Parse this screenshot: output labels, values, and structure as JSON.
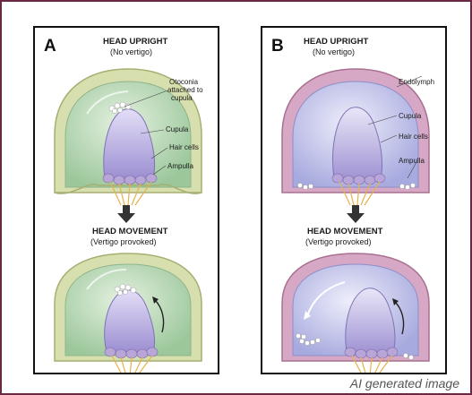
{
  "panel_a": {
    "letter": "A",
    "top_title": "HEAD UPRIGHT",
    "top_subtitle": "(No vertigo)",
    "labels": {
      "otoconia_line1": "Otoconia",
      "otoconia_line2": "attached to",
      "otoconia_line3": "cupula",
      "cupula": "Cupula",
      "hair_cells": "Hair cells",
      "ampulla": "Ampulla"
    },
    "bottom_title": "HEAD MOVEMENT",
    "bottom_subtitle": "(Vertigo provoked)"
  },
  "panel_b": {
    "letter": "B",
    "top_title": "HEAD UPRIGHT",
    "top_subtitle": "(No vertigo)",
    "labels": {
      "endolymph": "Endolymph",
      "cupula": "Cupula",
      "hair_cells": "Hair cells",
      "ampulla": "Ampulla"
    },
    "bottom_title": "HEAD MOVEMENT",
    "bottom_subtitle": "(Vertigo provoked)"
  },
  "caption": "AI generated image",
  "colors": {
    "frame_border": "#6b2845",
    "green_fluid": "#b9d8b4",
    "green_wall": "#cfd7a8",
    "blue_fluid": "#c4c6ec",
    "pink_wall": "#d9a6c3",
    "cupula": "#b8aee0",
    "nerve": "#e8b44c"
  }
}
